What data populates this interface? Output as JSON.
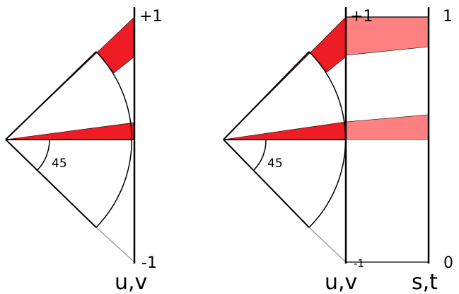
{
  "colors": {
    "wedge": "#ee1c24",
    "band": "#ff8080",
    "line": "#000000",
    "guide": "#999999"
  },
  "left_diagram": {
    "top_label": "+1",
    "bottom_label": "-1",
    "angle_label": "45",
    "axis_label": "u,v"
  },
  "right_diagram": {
    "uv_top_label": "+1",
    "uv_bottom_label": "-1",
    "angle_label": "45",
    "uv_axis_label": "u,v",
    "st_top_label": "1",
    "st_bottom_label": "0",
    "st_axis_label": "s,t"
  }
}
